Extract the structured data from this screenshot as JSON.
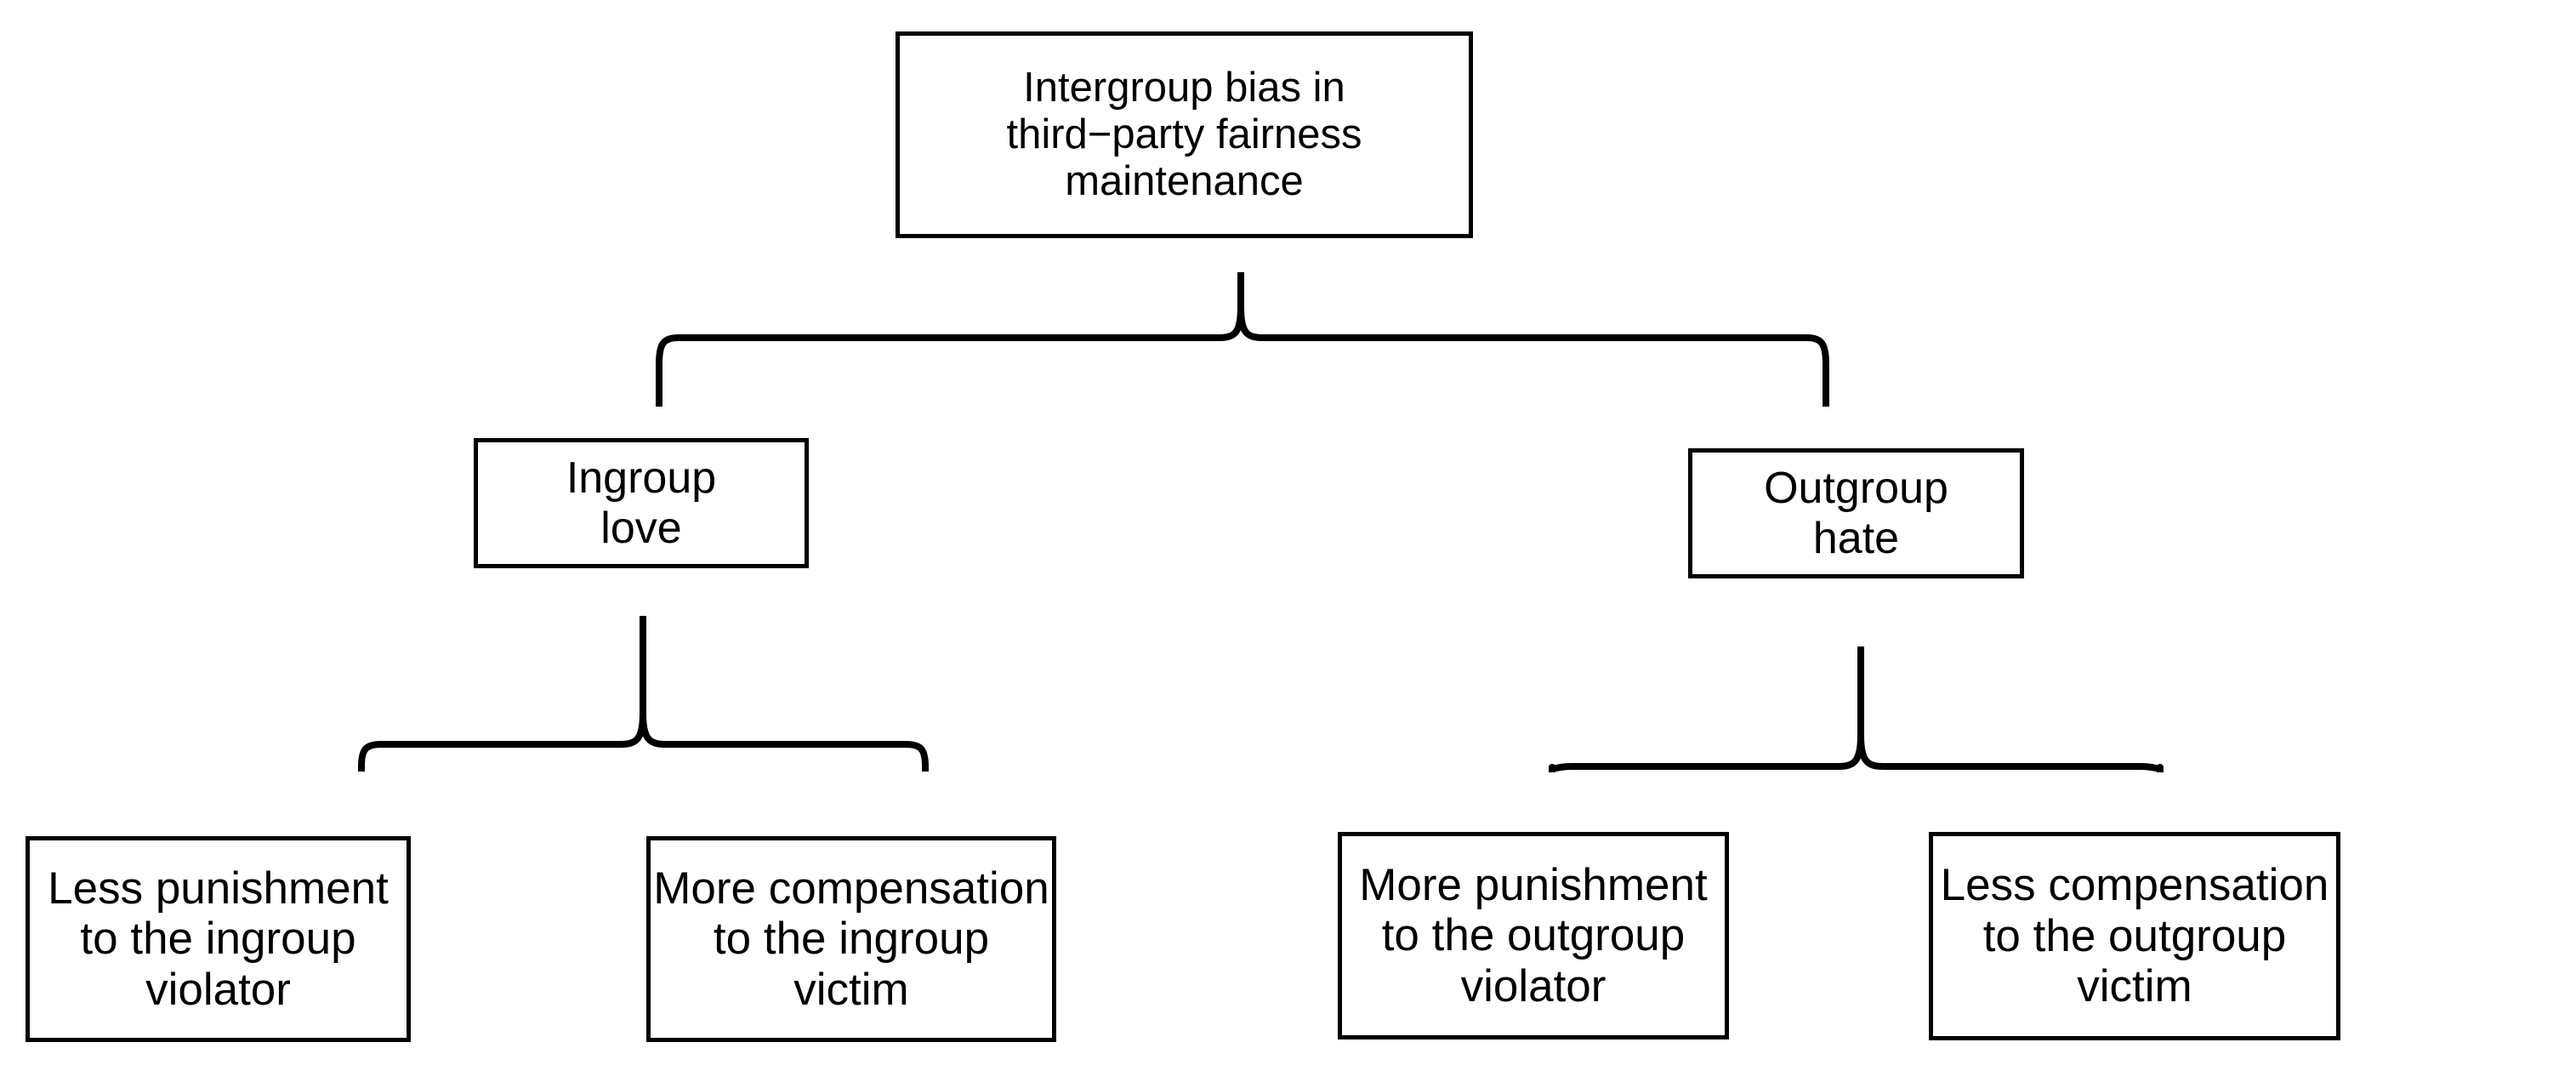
{
  "diagram": {
    "title": "Intergroup bias in third-party fairness maintenance",
    "type": "hierarchy-tree",
    "orientation": "top-down",
    "connector_style": "curly-brace",
    "colors": {
      "background": "#ffffff",
      "box_border": "#000000",
      "box_fill": "#ffffff",
      "text": "#000000",
      "connector": "#000000"
    },
    "nodes": {
      "root": {
        "id": "root",
        "label": "Intergroup bias in\nthird−party fairness\nmaintenance",
        "level": 0
      },
      "level2": [
        {
          "id": "ingroup-love",
          "label": "Ingroup\nlove",
          "level": 1
        },
        {
          "id": "outgroup-hate",
          "label": "Outgroup\nhate",
          "level": 1
        }
      ],
      "leaves": [
        {
          "id": "less-punishment-ingroup",
          "label": "Less punishment\nto the ingroup\nviolator",
          "parent": "ingroup-love",
          "level": 2
        },
        {
          "id": "more-compensation-ingroup",
          "label": "More compensation\nto the ingroup victim",
          "parent": "ingroup-love",
          "level": 2
        },
        {
          "id": "more-punishment-outgroup",
          "label": "More punishment\nto the outgroup\nviolator",
          "parent": "outgroup-hate",
          "level": 2
        },
        {
          "id": "less-compensation-outgroup",
          "label": "Less compensation\nto the outgroup\nvictim",
          "parent": "outgroup-hate",
          "level": 2
        }
      ]
    },
    "connectors": [
      {
        "id": "brace-root",
        "from": "root",
        "to": [
          "ingroup-love",
          "outgroup-hate"
        ]
      },
      {
        "id": "brace-ingroup",
        "from": "ingroup-love",
        "to": [
          "less-punishment-ingroup",
          "more-compensation-ingroup"
        ]
      },
      {
        "id": "brace-outgroup",
        "from": "outgroup-hate",
        "to": [
          "more-punishment-outgroup",
          "less-compensation-outgroup"
        ]
      }
    ]
  }
}
